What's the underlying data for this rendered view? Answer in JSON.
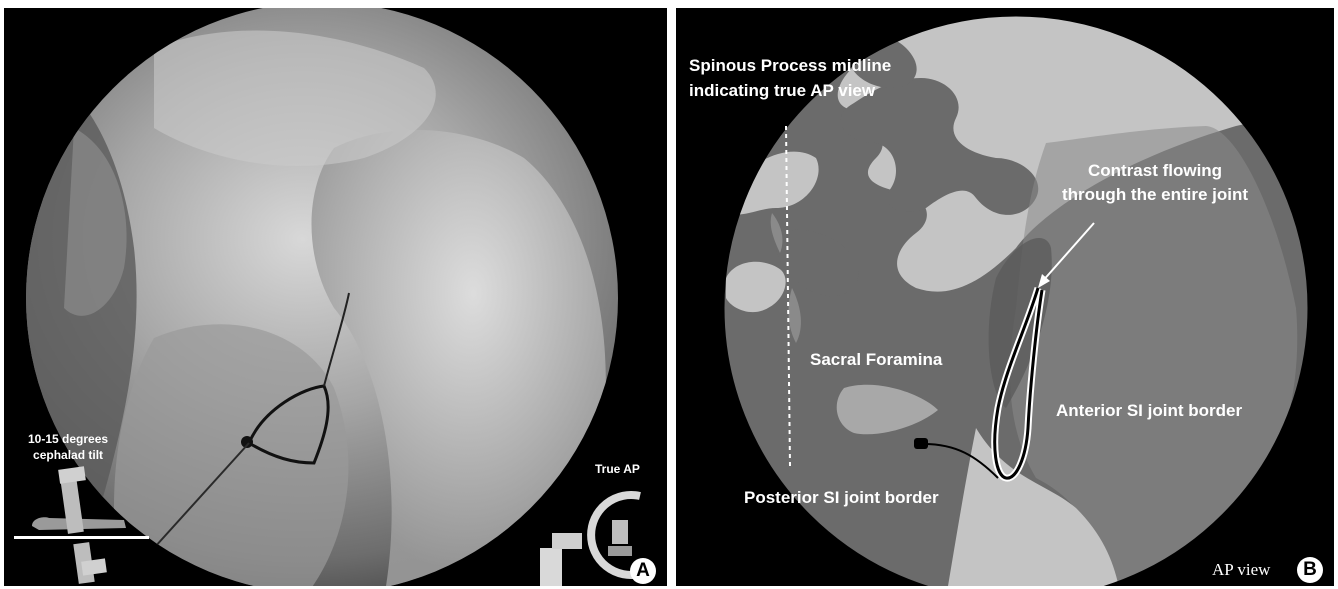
{
  "panel_a": {
    "tilt_label": "10-15 degrees cephalad tilt",
    "tilt_label_line1": "10-15 degrees",
    "tilt_label_line2": "cephalad tilt",
    "view_label": "True AP",
    "panel_letter": "A"
  },
  "panel_b": {
    "spinous_label_line1": "Spinous Process midline",
    "spinous_label_line2": "indicating  true AP view",
    "contrast_label_line1": "Contrast flowing",
    "contrast_label_line2": "through the entire joint",
    "sacral_foramina_label": "Sacral Foramina",
    "anterior_border_label": "Anterior SI joint border",
    "posterior_border_label": "Posterior SI joint border",
    "view_caption": "AP view",
    "panel_letter": "B"
  },
  "colors": {
    "background": "#000000",
    "dark_bone": "#6b6b6b",
    "light_bone": "#c4c4c4",
    "mid_gray": "#8a8a8a",
    "text": "#ffffff"
  }
}
